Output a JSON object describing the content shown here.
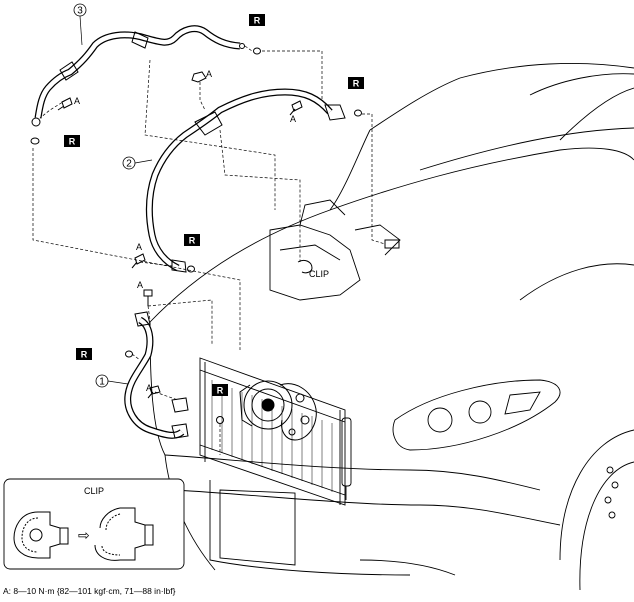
{
  "callouts": {
    "part1": "1",
    "part2": "2",
    "part3": "3"
  },
  "replace_marker": "R",
  "fastener_marker": "A",
  "clip_label": "CLIP",
  "inset_title": "CLIP",
  "arrow_glyph": "⇨",
  "torque_spec": "A: 8—10 N·m {82—101 kgf·cm, 71—88 in·lbf}",
  "colors": {
    "line": "#000000",
    "marker_bg": "#000000",
    "marker_text": "#ffffff",
    "background": "#ffffff"
  }
}
